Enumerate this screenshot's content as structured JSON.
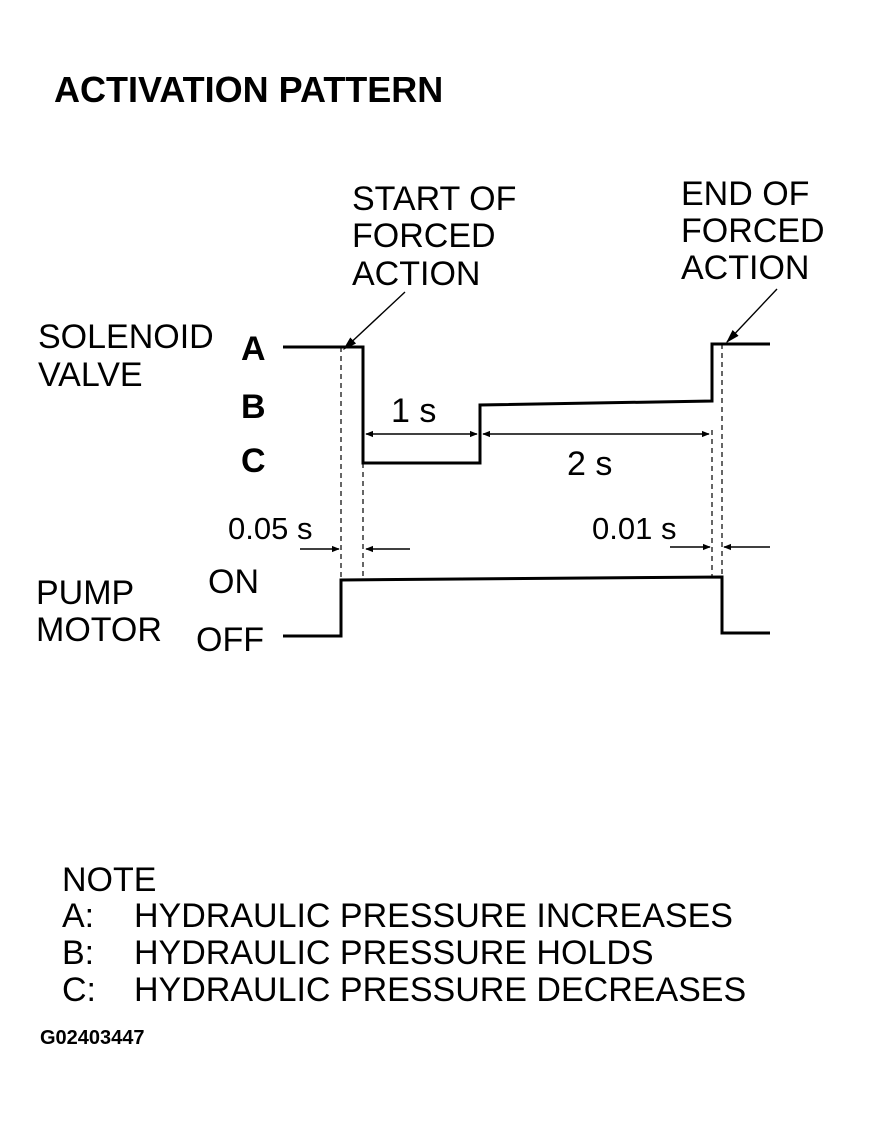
{
  "title": "ACTIVATION PATTERN",
  "callouts": {
    "start": [
      "START OF",
      "FORCED",
      "ACTION"
    ],
    "end": [
      "END OF",
      "FORCED",
      "ACTION"
    ]
  },
  "solenoid": {
    "label": [
      "SOLENOID",
      "VALVE"
    ],
    "levels": [
      "A",
      "B",
      "C"
    ]
  },
  "pump": {
    "label": [
      "PUMP",
      "MOTOR"
    ],
    "levels": [
      "ON",
      "OFF"
    ]
  },
  "timings": {
    "t1": "1 s",
    "t2": "2 s",
    "t3": "0.05 s",
    "t4": "0.01 s"
  },
  "note": {
    "heading": "NOTE",
    "items": [
      {
        "key": "A:",
        "text": "HYDRAULIC PRESSURE INCREASES"
      },
      {
        "key": "B:",
        "text": "HYDRAULIC PRESSURE HOLDS"
      },
      {
        "key": "C:",
        "text": "HYDRAULIC PRESSURE DECREASES"
      }
    ]
  },
  "figure_code": "G02403447"
}
